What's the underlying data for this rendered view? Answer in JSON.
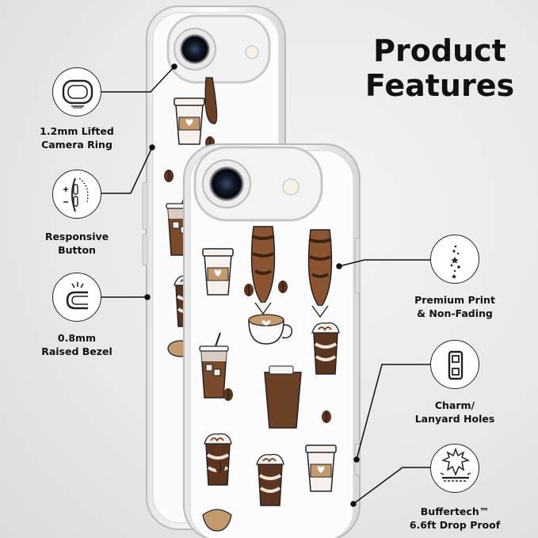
{
  "title": {
    "line1": "Product",
    "line2": "Features"
  },
  "features": {
    "camera_ring": {
      "line1": "1.2mm Lifted",
      "line2": "Camera Ring",
      "icon": "camera-ring-icon"
    },
    "button": {
      "line1": "Responsive",
      "line2": "Button",
      "icon": "side-button-icon"
    },
    "bezel": {
      "line1": "0.8mm",
      "line2": "Raised Bezel",
      "icon": "raised-bezel-icon"
    },
    "print": {
      "line1": "Premium Print",
      "line2": "& Non-Fading",
      "icon": "sparkle-print-icon"
    },
    "lanyard": {
      "line1": "Charm/",
      "line2": "Lanyard Holes",
      "icon": "lanyard-hole-icon"
    },
    "drop": {
      "line1": "Buffertech™",
      "line2": "6.6ft Drop Proof",
      "icon": "drop-impact-icon"
    }
  },
  "colors": {
    "coffee_dark": "#4a2d1a",
    "coffee_mid": "#7a4b2a",
    "coffee_light": "#c49a6c",
    "cup_white": "#f6f1ec"
  }
}
